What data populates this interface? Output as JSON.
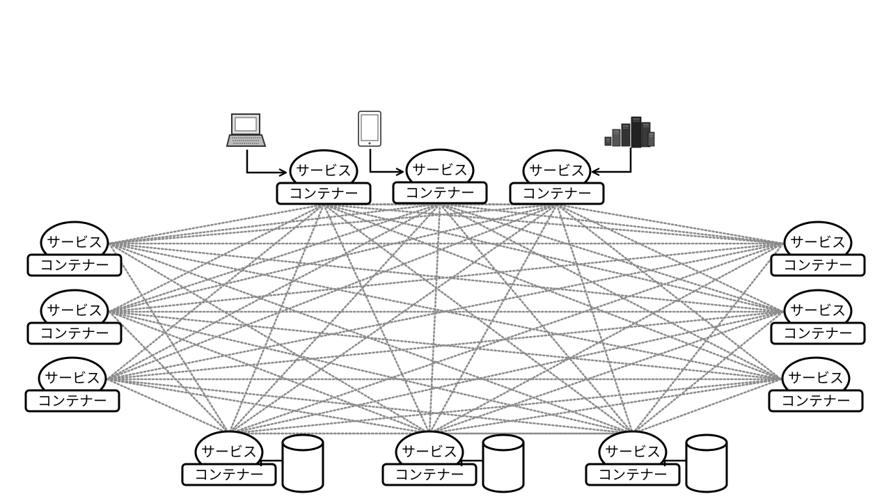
{
  "diagram": {
    "service_label": "サービス",
    "container_label": "コンテナー",
    "clients": [
      {
        "kind": "laptop",
        "icon": "laptop-icon"
      },
      {
        "kind": "tablet",
        "icon": "tablet-icon"
      },
      {
        "kind": "servers",
        "icon": "server-rack-icon"
      }
    ],
    "nodes": [
      {
        "group": "top"
      },
      {
        "group": "top"
      },
      {
        "group": "top"
      },
      {
        "group": "left"
      },
      {
        "group": "left"
      },
      {
        "group": "left"
      },
      {
        "group": "right"
      },
      {
        "group": "right"
      },
      {
        "group": "right"
      },
      {
        "group": "bottom",
        "database": true
      },
      {
        "group": "bottom",
        "database": true
      },
      {
        "group": "bottom",
        "database": true
      }
    ],
    "colors": {
      "stroke": "#000000",
      "mesh": "#8c8c8c",
      "background": "#ffffff"
    }
  }
}
